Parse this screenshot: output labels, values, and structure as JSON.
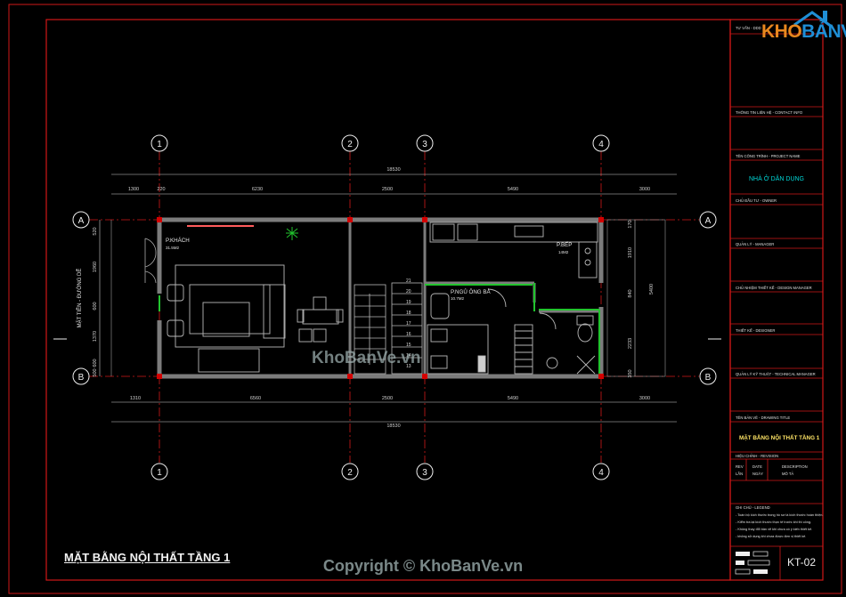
{
  "drawing": {
    "title": "MẶT BẰNG NỘI THẤT TẦNG 1",
    "sheet_no": "KT-02",
    "watermark": "KhoBanVe.vn",
    "copyright": "Copyright © KhoBanVe.vn"
  },
  "logo": {
    "part1": "KHO",
    "part2": "BẢNVẼ"
  },
  "title_block": {
    "header": "TƯ VẤN - DDD",
    "contact": "THÔNG TIN LIÊN HỆ - CONTACT INFO",
    "project_label": "TÊN CÔNG TRÌNH - PROJECT NAME",
    "project_name": "NHÀ Ở DÂN DỤNG",
    "owner": "CHỦ ĐẦU TƯ - OWNER",
    "manager": "QUẢN LÝ - MANAGER",
    "design_manager": "CHỦ NHIỆM THIẾT KẾ - DESIGN MANAGER",
    "designer": "THIẾT KẾ - DESIGNER",
    "tech": "QUẢN LÝ KỸ THUẬT - TECHNICAL MANAGER",
    "drawing_title_label": "TÊN BẢN VẼ - DRAWING TITLE",
    "drawing_title": "MẶT BẰNG NỘI THẤT TẦNG 1",
    "revision": "HIỆU CHỈNH - REVISION",
    "rev_cols": [
      "REV",
      "DATE",
      "DESCRIPTION"
    ],
    "rev_sub": [
      "LẦN",
      "NGÀY",
      "MÔ TẢ"
    ],
    "notes_label": "GHI CHÚ - LEGEND",
    "notes": [
      "- Toàn bộ kích thước trong hồ sơ là kích thước hoàn thiện.",
      "- Kiểm tra lại kích thước thực tế trước khi thi công.",
      "- Không thay đổi bản vẽ khi chưa có ý kiến thiết kế.",
      "- không sử dụng khi chưa được đơn vị thiết kế."
    ]
  },
  "grid": {
    "cols": [
      "1",
      "2",
      "3",
      "4"
    ],
    "rows": [
      "A",
      "B"
    ]
  },
  "dims": {
    "top_total": "18530",
    "top": [
      "1300",
      "220",
      "6230",
      "2500",
      "5490",
      "3000"
    ],
    "bottom_total": "18530",
    "bottom": [
      "1310",
      "6560",
      "2500",
      "5490",
      "3000"
    ],
    "left": [
      "520",
      "1960",
      "600",
      "1370",
      "600",
      "500"
    ],
    "right": [
      "170",
      "1910",
      "840",
      "2233",
      "350",
      "5400"
    ]
  },
  "labels": {
    "street": "MẶT TIỀN - ĐƯỜNG DỄ",
    "living": "P.KHÁCH",
    "living_area": "31.5M2",
    "bedroom": "P.NGỦ ÔNG BÀ",
    "bedroom_area": "10.7M2",
    "kitchen": "P.BẾP",
    "kitchen_area": "14M2",
    "stairs": [
      "21",
      "20",
      "19",
      "18",
      "17",
      "16",
      "15",
      "14",
      "13"
    ]
  },
  "colors": {
    "border": "#d01818",
    "wall": "#7c7c7c",
    "text": "#e8e8e8",
    "dim": "#cfcfcf",
    "green": "#22c52e",
    "cyan": "#00d8d8",
    "yellow": "#ffe566",
    "column": "#d40000"
  }
}
